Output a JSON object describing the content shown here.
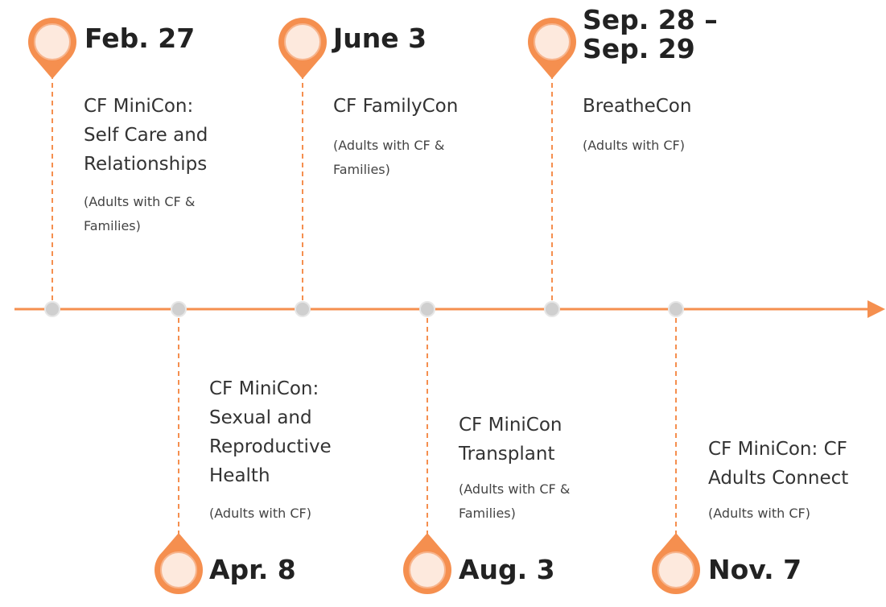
{
  "accent_color": "#f58f4f",
  "dot_color": "#cfcfcf",
  "events": [
    {
      "date_lines": [
        "Feb. 27"
      ],
      "title_lines": [
        "CF MiniCon:",
        "Self Care and",
        "Relationships"
      ],
      "audience_lines": [
        "(Adults with CF &",
        "Families)"
      ],
      "position": "above"
    },
    {
      "date_lines": [
        "Apr. 8"
      ],
      "title_lines": [
        "CF MiniCon:",
        "Sexual and",
        "Reproductive",
        "Health"
      ],
      "audience_lines": [
        "(Adults with CF)"
      ],
      "position": "below"
    },
    {
      "date_lines": [
        "June 3"
      ],
      "title_lines": [
        "CF FamilyCon"
      ],
      "audience_lines": [
        "(Adults with CF &",
        "Families)"
      ],
      "position": "above"
    },
    {
      "date_lines": [
        "Aug. 3"
      ],
      "title_lines": [
        "CF MiniCon",
        "Transplant"
      ],
      "audience_lines": [
        "(Adults with CF &",
        "Families)"
      ],
      "position": "below"
    },
    {
      "date_lines": [
        "Sep. 28 –",
        "Sep. 29"
      ],
      "title_lines": [
        "BreatheCon"
      ],
      "audience_lines": [
        "(Adults with CF)"
      ],
      "position": "above"
    },
    {
      "date_lines": [
        "Nov. 7"
      ],
      "title_lines": [
        "CF MiniCon: CF",
        "Adults Connect"
      ],
      "audience_lines": [
        "(Adults with CF)"
      ],
      "position": "below"
    }
  ]
}
